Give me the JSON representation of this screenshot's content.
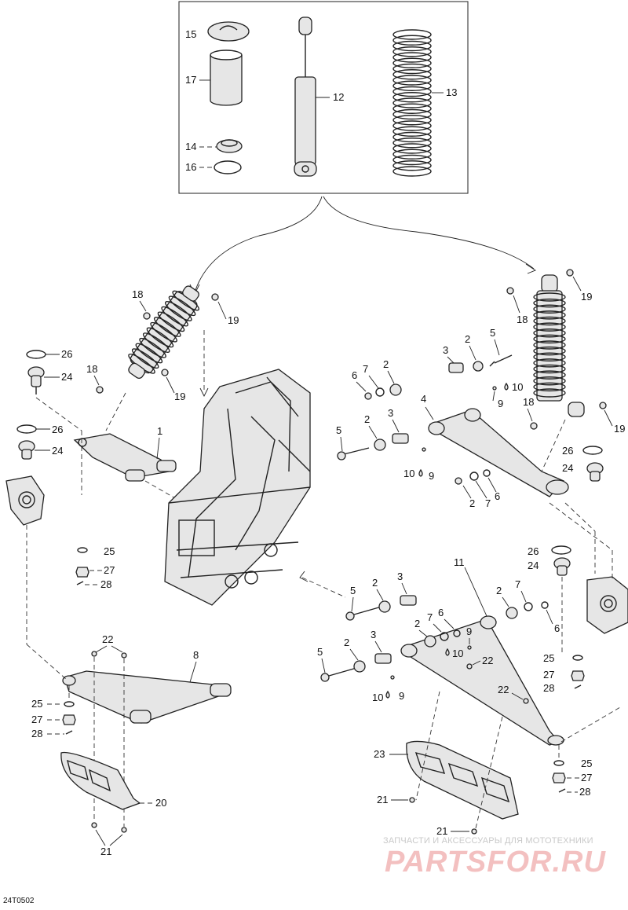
{
  "diagram": {
    "doc_id": "24T0502",
    "watermark_top": "ЗАПЧАСТИ И АКСЕССУАРЫ ДЛЯ МОТОТЕХНИКИ",
    "watermark_brand": "PARTSFOR.RU",
    "callouts": {
      "c1": "1",
      "c2": "2",
      "c3": "3",
      "c4": "4",
      "c5": "5",
      "c6": "6",
      "c7": "7",
      "c8": "8",
      "c9": "9",
      "c10": "10",
      "c11": "11",
      "c12": "12",
      "c13": "13",
      "c14": "14",
      "c15": "15",
      "c16": "16",
      "c17": "17",
      "c18": "18",
      "c19": "19",
      "c20": "20",
      "c21": "21",
      "c22": "22",
      "c23": "23",
      "c24": "24",
      "c25": "25",
      "c26": "26",
      "c27": "27",
      "c28": "28"
    }
  }
}
